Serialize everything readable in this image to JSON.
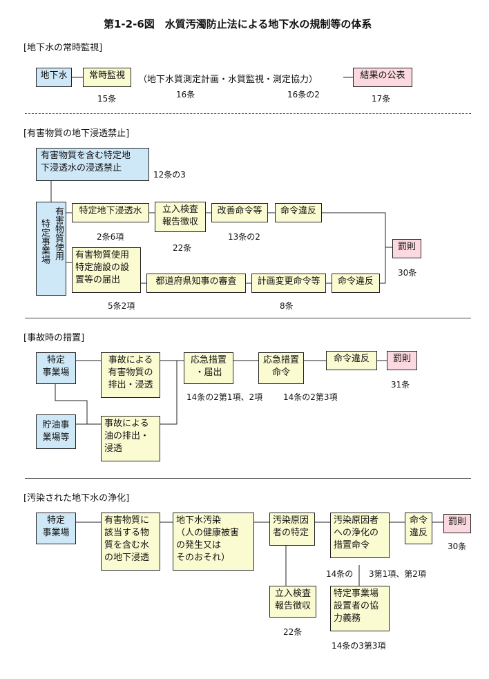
{
  "title": "第1-2-6図　水質汚濁防止法による地下水の規制等の体系",
  "s1": {
    "heading": "[地下水の常時監視]",
    "groundwater": "地下水",
    "monitoring": "常時監視",
    "paren": "（地下水質測定計画・水質監視・測定協力）",
    "publish": "結果の公表",
    "art15": "15条",
    "art16": "16条",
    "art16_2": "16条の2",
    "art17": "17条"
  },
  "s2": {
    "heading": "[有害物質の地下浸透禁止]",
    "ban": "有害物質を含む特定地\n下浸透水の浸透禁止",
    "art12_3": "12条の3",
    "facility_col1": "有害物質使用",
    "facility_col2": "特定事業場",
    "specific_water": "特定地下浸透水",
    "art2_6": "2条6項",
    "inspection": "立入検査\n報告徴収",
    "art22": "22条",
    "improve": "改善命令等",
    "art13_2": "13条の2",
    "violation1": "命令違反",
    "penalty": "罰則",
    "art30": "30条",
    "notify": "有害物質使用\n特定施設の設\n置等の届出",
    "art5_2": "5条2項",
    "review": "都道府県知事の審査",
    "plan_change": "計画変更命令等",
    "art8": "8条",
    "violation2": "命令違反"
  },
  "s3": {
    "heading": "[事故時の措置]",
    "facility": "特定\n事業場",
    "oil_facility": "貯油事\n業場等",
    "accident_harm": "事故による\n有害物質の\n排出・浸透",
    "accident_oil": "事故による\n油の排出・\n浸透",
    "emergency": "応急措置\n・届出",
    "emergency_order": "応急措置\n命令",
    "art14_2_1": "14条の2第1項、2項",
    "art14_2_3": "14条の2第3項",
    "violation": "命令違反",
    "penalty": "罰則",
    "art31": "31条"
  },
  "s4": {
    "heading": "[汚染された地下水の浄化]",
    "facility": "特定\n事業場",
    "seepage": "有害物質に\n該当する物\n質を含む水\nの地下浸透",
    "pollution": "地下水汚染\n（人の健康被害\nの発生又は\nそのおそれ）",
    "identify": "汚染原因\n者の特定",
    "cleanup_order": "汚染原因者\nへの浄化の\n措置命令",
    "violation": "命令\n違反",
    "penalty": "罰則",
    "art30": "30条",
    "inspection": "立入検査\n報告徴収",
    "art22": "22条",
    "art14_3_a": "14条の",
    "art14_3_b": "3第1項、第2項",
    "coop": "特定事業場\n設置者の協\n力義務",
    "art14_3_3": "14条の3第3項"
  }
}
